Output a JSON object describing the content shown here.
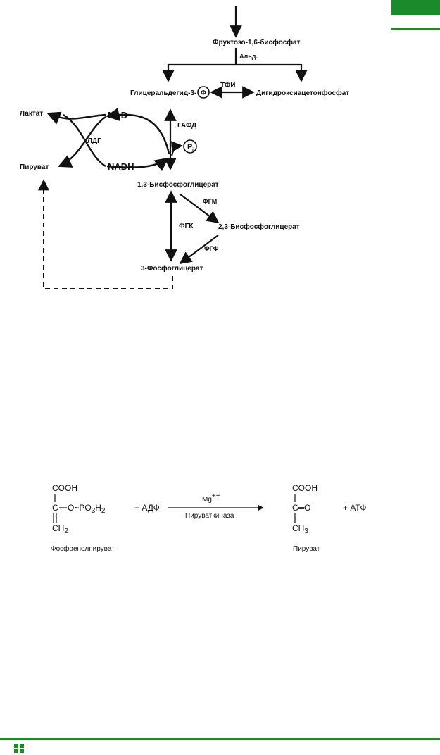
{
  "colors": {
    "accent": "#1a8a2a",
    "ink": "#111111"
  },
  "pathway": {
    "fructose_bp": "Фруктозо-1,6-бисфосфат",
    "aldolase": "Альд.",
    "gap": "Глицеральдегид-3-",
    "phosphate_symbol": "Ф",
    "tpi": "ТФИ",
    "dhap": "Дигидроксиацетонфосфат",
    "lactate": "Лактат",
    "nad": "NAD",
    "nadh": "NADH",
    "ldh": "ЛДГ",
    "gapdh": "ГАФД",
    "pi": "P",
    "pi_sub": "i",
    "pyruvate": "Пируват",
    "bpg13": "1,3-Бисфосфоглицерат",
    "bpgm": "ФГМ",
    "bpg23": "2,3-Бисфосфоглицерат",
    "pgk": "ФГК",
    "bpgp": "ФГФ",
    "pg3": "3-Фосфоглицерат"
  },
  "reaction": {
    "pep": {
      "cooh": "COOH",
      "c": "C",
      "phosphate": "O~PO",
      "sub3": "3",
      "h": "H",
      "sub2": "2",
      "ch": "CH",
      "ch_sub": "2",
      "name": "Фосфоенолпируват"
    },
    "adp": "+ АДФ",
    "cofactor": "Mg",
    "cofactor_sup": "++",
    "enzyme": "Пируваткиназа",
    "pyruvate": {
      "cooh": "COOH",
      "co": "C═O",
      "ch": "CH",
      "ch_sub": "3",
      "name": "Пируват"
    },
    "atp": "+ АТФ"
  }
}
